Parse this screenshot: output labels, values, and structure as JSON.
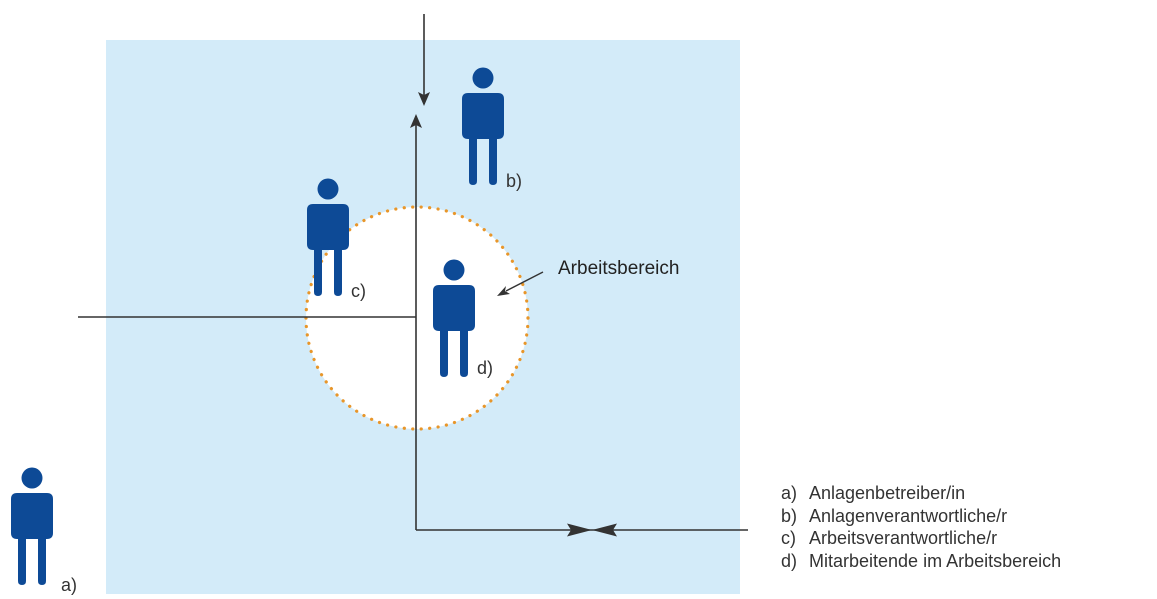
{
  "colors": {
    "zone_fill": "#d3ebf9",
    "person": "#0d4a96",
    "circle_dots": "#e8962a",
    "lines": "#333333"
  },
  "icons": {
    "person": "person-icon"
  },
  "diagram": {
    "work_area_label": "Arbeitsbereich",
    "people": [
      {
        "key": "a)"
      },
      {
        "key": "b)"
      },
      {
        "key": "c)"
      },
      {
        "key": "d)"
      }
    ]
  },
  "legend": [
    {
      "key": "a)",
      "text": "Anlagenbetreiber/in"
    },
    {
      "key": "b)",
      "text": "Anlagenverantwortliche/r"
    },
    {
      "key": "c)",
      "text": "Arbeitsverantwortliche/r"
    },
    {
      "key": "d)",
      "text": "Mitarbeitende im Arbeitsbereich"
    }
  ]
}
